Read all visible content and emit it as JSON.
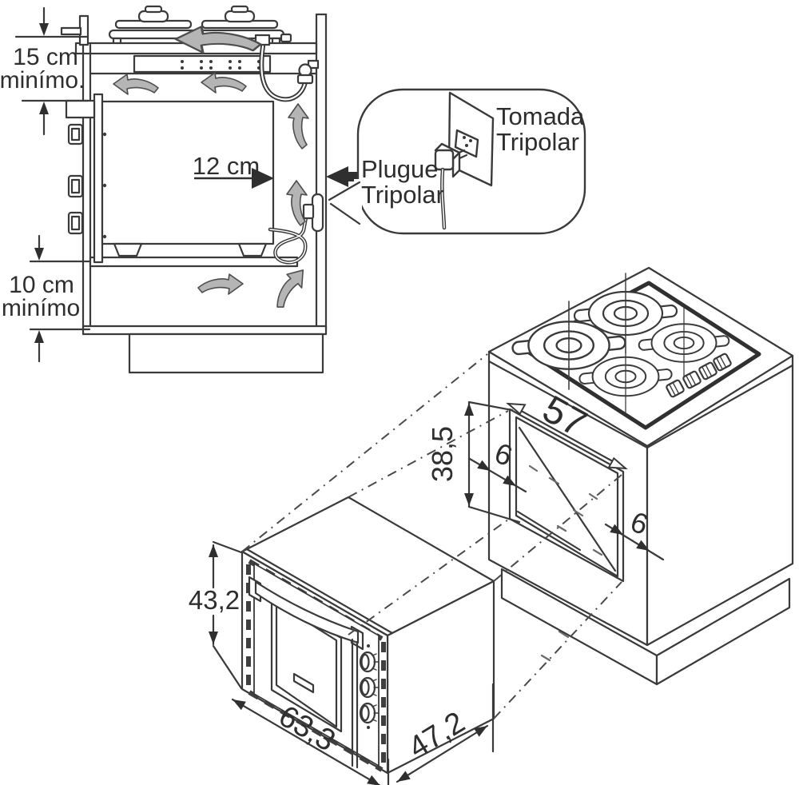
{
  "figure": "built-in-oven-installation-diagram",
  "colors": {
    "line": "#3a3a3a",
    "airflow_arrow_fill": "#b5b5b5",
    "background": "#ffffff"
  },
  "section_view": {
    "top_clearance_value": "15 cm",
    "top_clearance_note": "minímo.",
    "rear_clearance_value": "12 cm",
    "bottom_clearance_value": "10 cm",
    "bottom_clearance_note": "minímo"
  },
  "callout": {
    "outlet_line1": "Tomada",
    "outlet_line2": "Tripolar",
    "plug_line1": "Plugue",
    "plug_line2": "Tripolar"
  },
  "cabinet_view": {
    "opening_width": "57",
    "opening_height": "38,5",
    "left_clearance": "6",
    "right_clearance": "6"
  },
  "oven_view": {
    "height": "43,2",
    "width": "63,3",
    "depth": "47,2"
  }
}
